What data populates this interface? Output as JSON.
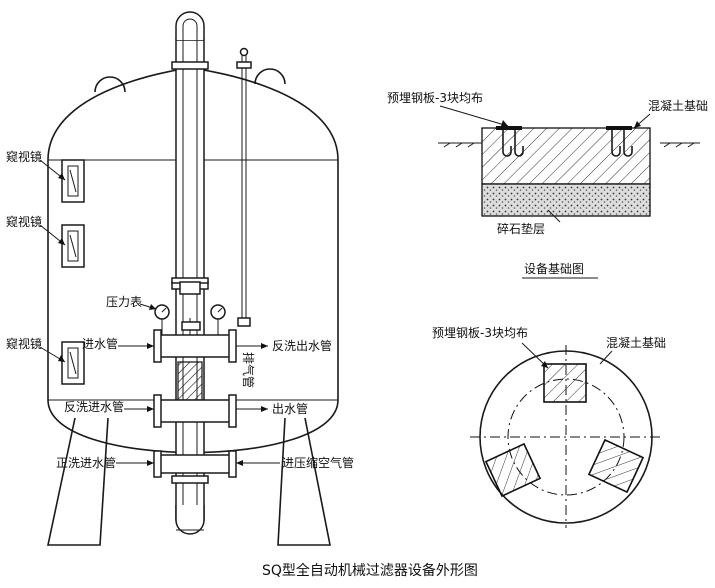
{
  "caption": "SQ型全自动机械过滤器设备外形图",
  "tank_labels": {
    "sight_glass": "窥视镜",
    "pressure_gauge": "压力表",
    "inlet_pipe": "进水管",
    "backwash_outlet": "反洗出水管",
    "exhaust_pipe": "排气管",
    "backwash_inlet": "反洗进水管",
    "outlet_pipe": "出水管",
    "forward_wash_inlet": "正洗进水管",
    "compressed_air": "进压缩空气管"
  },
  "foundation_section": {
    "embedded_plate": "预埋钢板-3块均布",
    "concrete_base": "混凝土基础",
    "gravel_layer": "碎石垫层",
    "title": "设备基础图"
  },
  "foundation_plan": {
    "embedded_plate": "预埋钢板-3块均布",
    "concrete_base": "混凝土基础"
  }
}
